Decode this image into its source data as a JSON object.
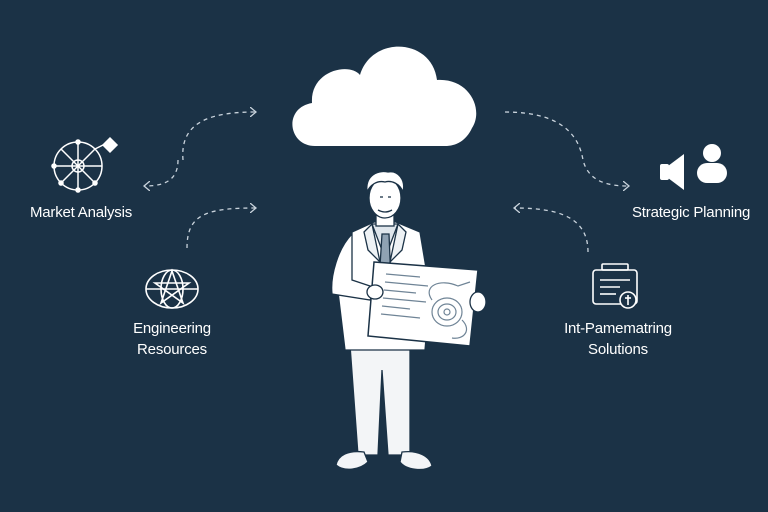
{
  "colors": {
    "background": "#1b3246",
    "foreground": "#ffffff",
    "connector": "#c9d3dc"
  },
  "nodes": {
    "market_analysis": {
      "label": "Market Analysis",
      "icon": "network-wheel-icon"
    },
    "engineering_resources": {
      "label_line1": "Engineering",
      "label_line2": "Resources",
      "icon": "globe-pentagram-icon"
    },
    "strategic_planning": {
      "label": "Strategic Planning",
      "icon": "megaphone-person-icon"
    },
    "solutions": {
      "label_line1": "Int-Pamematring",
      "label_line2": "Solutions",
      "icon": "document-card-icon"
    },
    "hub": {
      "icon": "cloud-icon"
    },
    "presenter": {
      "icon": "businessman-with-blueprint-icon"
    }
  }
}
